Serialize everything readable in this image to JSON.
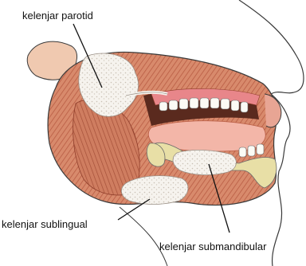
{
  "labels": {
    "parotid": "kelenjar parotid",
    "sublingual": "kelenjar sublingual",
    "submandibular": "kelenjar submandibular"
  },
  "colors": {
    "skin_line": "#3a3a3a",
    "skin_fill": "#f4e6d8",
    "ear_fill": "#f0c9b0",
    "muscle": "#d88a6c",
    "muscle_dark": "#b85c43",
    "muscle_stripe": "#8e3d2a",
    "cavity": "#5a2a1e",
    "gum": "#e8868a",
    "tongue": "#f3b6a8",
    "gland": "#f6f3ee",
    "gland_dot": "#c9c0b4",
    "bone": "#e8dfa6",
    "tooth": "#fbfbf5",
    "leader": "#111111"
  }
}
